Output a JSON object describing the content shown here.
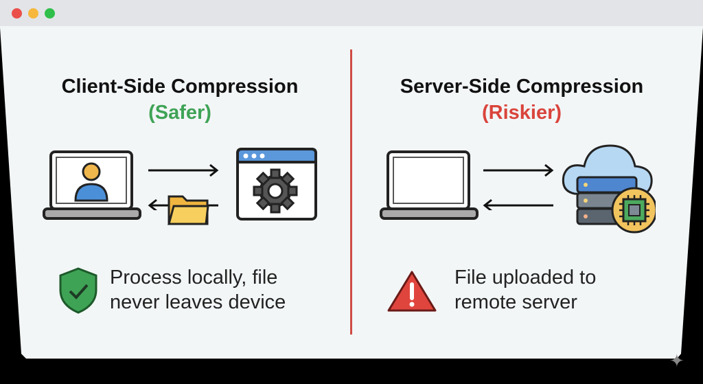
{
  "window": {
    "controls": [
      "close",
      "minimize",
      "maximize"
    ]
  },
  "left": {
    "title": "Client-Side Compression",
    "subtitle": "(Safer)",
    "subtitle_color": "#3fa356",
    "description_lines": [
      "Process locally, file",
      "never leaves device"
    ],
    "icons": [
      "laptop-user-icon",
      "arrow-right-icon",
      "arrow-left-icon",
      "folder-icon",
      "gear-window-icon",
      "shield-check-icon"
    ]
  },
  "right": {
    "title": "Server-Side Compression",
    "subtitle": "(Riskier)",
    "subtitle_color": "#d9443c",
    "description_lines": [
      "File uploaded to",
      "remote server"
    ],
    "icons": [
      "laptop-icon",
      "arrow-right-icon",
      "arrow-left-icon",
      "cloud-server-icon",
      "chip-icon",
      "warning-icon"
    ]
  }
}
